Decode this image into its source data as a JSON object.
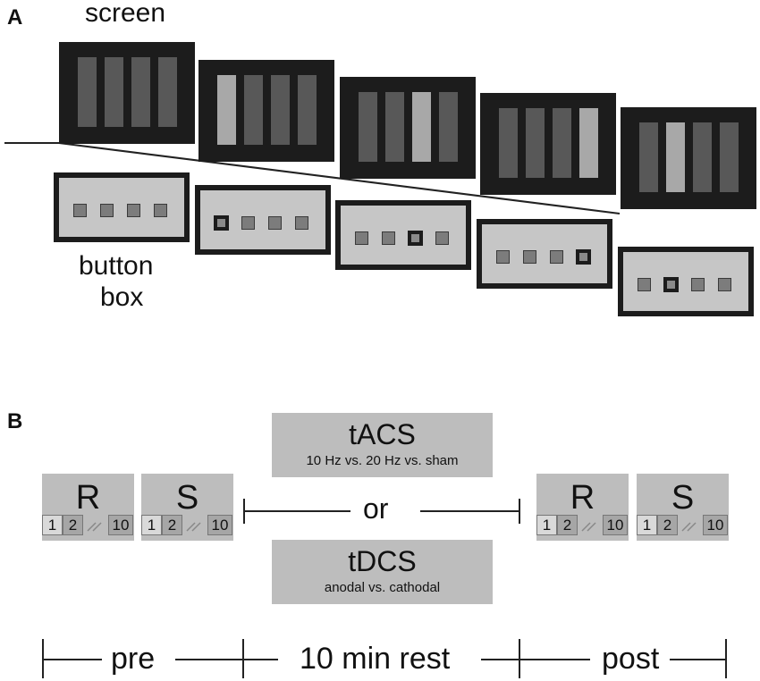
{
  "panel_a": {
    "letter": "A",
    "screen_label": "screen",
    "button_box_label_line1": "button",
    "button_box_label_line2": "box",
    "trials": [
      {
        "lit_bar": null,
        "pressed_button": null
      },
      {
        "lit_bar": 1,
        "pressed_button": 1
      },
      {
        "lit_bar": 3,
        "pressed_button": 3
      },
      {
        "lit_bar": 4,
        "pressed_button": 4
      },
      {
        "lit_bar": 2,
        "pressed_button": 2
      }
    ],
    "colors": {
      "screen_bg": "#1c1c1c",
      "bar_dim": "#585858",
      "bar_lit": "#a8a8a8",
      "box_bg": "#c6c6c6"
    }
  },
  "panel_b": {
    "letter": "B",
    "blocks_pre": [
      {
        "letter": "R",
        "cells": [
          "1",
          "2",
          "10"
        ]
      },
      {
        "letter": "S",
        "cells": [
          "1",
          "2",
          "10"
        ]
      }
    ],
    "blocks_post": [
      {
        "letter": "R",
        "cells": [
          "1",
          "2",
          "10"
        ]
      },
      {
        "letter": "S",
        "cells": [
          "1",
          "2",
          "10"
        ]
      }
    ],
    "stim_options": [
      {
        "title": "tACS",
        "subtitle": "10 Hz vs. 20 Hz vs. sham"
      },
      {
        "title": "tDCS",
        "subtitle": "anodal vs. cathodal"
      }
    ],
    "or_label": "or",
    "timeline": {
      "pre": "pre",
      "rest": "10  min rest",
      "post": "post"
    },
    "colors": {
      "block_bg": "#bdbdbd",
      "cell_light": "#d9d9d9",
      "cell_dark": "#a6a6a6"
    }
  }
}
